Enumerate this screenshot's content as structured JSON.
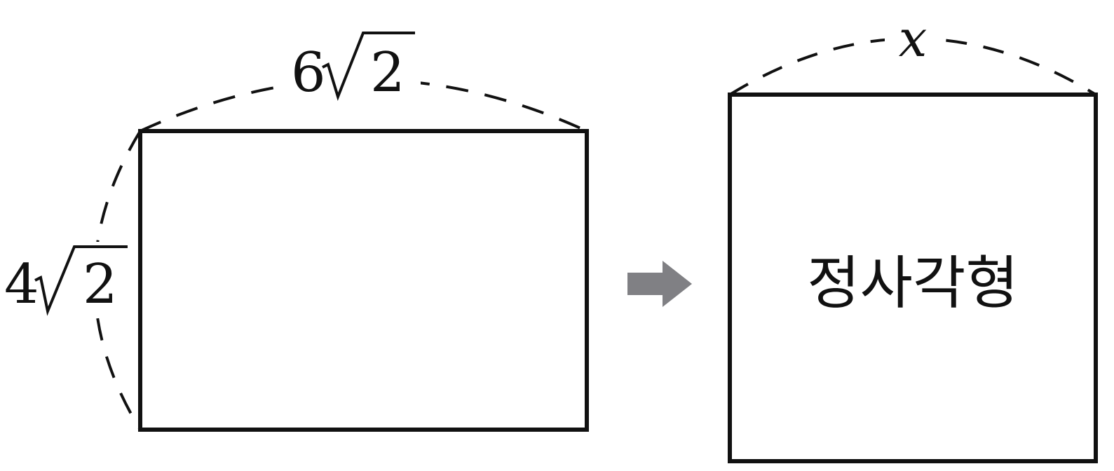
{
  "diagram": {
    "rectangle": {
      "width_coefficient": "6",
      "width_radicand": "2",
      "height_coefficient": "4",
      "height_radicand": "2"
    },
    "square": {
      "side_variable": "x",
      "label": "정사각형"
    },
    "colors": {
      "stroke": "#111111",
      "arrow": "#808084",
      "background": "#ffffff"
    }
  }
}
